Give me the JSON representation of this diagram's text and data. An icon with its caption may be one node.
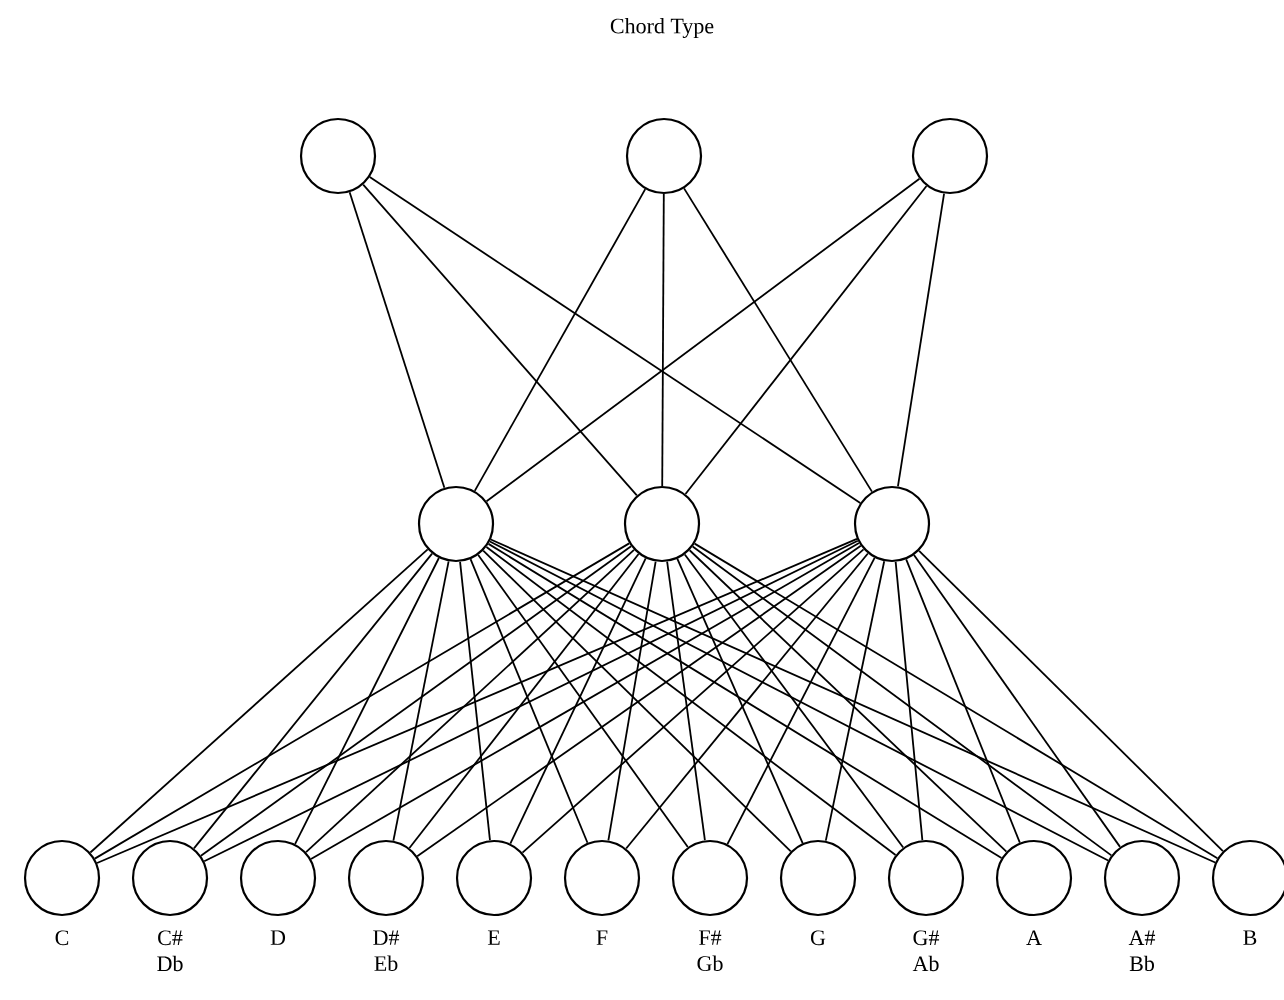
{
  "diagram": {
    "title": "Chord Type",
    "nodes": [
      {
        "text": [],
        "shape": "circle"
      },
      {
        "text": [],
        "shape": "circle"
      },
      {
        "text": [],
        "shape": "circle"
      },
      {
        "text": [],
        "shape": "circle"
      },
      {
        "text": [],
        "shape": "circle"
      },
      {
        "text": [],
        "shape": "circle"
      },
      {
        "text": [],
        "shape": "circle",
        "beside": [
          "C"
        ]
      },
      {
        "text": [],
        "shape": "circle",
        "beside": [
          "C# Db"
        ]
      },
      {
        "text": [],
        "shape": "circle",
        "beside": [
          "D"
        ]
      },
      {
        "text": [],
        "shape": "circle",
        "beside": [
          "D# Eb"
        ]
      },
      {
        "text": [],
        "shape": "circle",
        "beside": [
          "E"
        ]
      },
      {
        "text": [],
        "shape": "circle",
        "beside": [
          "F"
        ]
      },
      {
        "text": [],
        "shape": "circle",
        "beside": [
          "F# Gb"
        ]
      },
      {
        "text": [],
        "shape": "circle",
        "beside": [
          "G"
        ]
      },
      {
        "text": [],
        "shape": "circle",
        "beside": [
          "G# Ab"
        ]
      },
      {
        "text": [],
        "shape": "circle",
        "beside": [
          "A"
        ]
      },
      {
        "text": [],
        "shape": "circle",
        "beside": [
          "A# Bb"
        ]
      },
      {
        "text": [],
        "shape": "circle",
        "beside": [
          "B"
        ]
      }
    ],
    "edges": [
      {
        "from": 0,
        "to": 3,
        "arrow": "none"
      },
      {
        "from": 0,
        "to": 4,
        "arrow": "none"
      },
      {
        "from": 0,
        "to": 5,
        "arrow": "none"
      },
      {
        "from": 1,
        "to": 3,
        "arrow": "none"
      },
      {
        "from": 1,
        "to": 4,
        "arrow": "none"
      },
      {
        "from": 1,
        "to": 5,
        "arrow": "none"
      },
      {
        "from": 2,
        "to": 3,
        "arrow": "none"
      },
      {
        "from": 2,
        "to": 4,
        "arrow": "none"
      },
      {
        "from": 2,
        "to": 5,
        "arrow": "none"
      },
      {
        "from": 3,
        "to": 6,
        "arrow": "none"
      },
      {
        "from": 3,
        "to": 7,
        "arrow": "none"
      },
      {
        "from": 3,
        "to": 8,
        "arrow": "none"
      },
      {
        "from": 3,
        "to": 9,
        "arrow": "none"
      },
      {
        "from": 3,
        "to": 10,
        "arrow": "none"
      },
      {
        "from": 3,
        "to": 11,
        "arrow": "none"
      },
      {
        "from": 3,
        "to": 12,
        "arrow": "none"
      },
      {
        "from": 3,
        "to": 13,
        "arrow": "none"
      },
      {
        "from": 3,
        "to": 14,
        "arrow": "none"
      },
      {
        "from": 3,
        "to": 15,
        "arrow": "none"
      },
      {
        "from": 3,
        "to": 16,
        "arrow": "none"
      },
      {
        "from": 3,
        "to": 17,
        "arrow": "none"
      },
      {
        "from": 4,
        "to": 6,
        "arrow": "none"
      },
      {
        "from": 4,
        "to": 7,
        "arrow": "none"
      },
      {
        "from": 4,
        "to": 8,
        "arrow": "none"
      },
      {
        "from": 4,
        "to": 9,
        "arrow": "none"
      },
      {
        "from": 4,
        "to": 10,
        "arrow": "none"
      },
      {
        "from": 4,
        "to": 11,
        "arrow": "none"
      },
      {
        "from": 4,
        "to": 12,
        "arrow": "none"
      },
      {
        "from": 4,
        "to": 13,
        "arrow": "none"
      },
      {
        "from": 4,
        "to": 14,
        "arrow": "none"
      },
      {
        "from": 4,
        "to": 15,
        "arrow": "none"
      },
      {
        "from": 4,
        "to": 16,
        "arrow": "none"
      },
      {
        "from": 4,
        "to": 17,
        "arrow": "none"
      },
      {
        "from": 5,
        "to": 6,
        "arrow": "none"
      },
      {
        "from": 5,
        "to": 7,
        "arrow": "none"
      },
      {
        "from": 5,
        "to": 8,
        "arrow": "none"
      },
      {
        "from": 5,
        "to": 9,
        "arrow": "none"
      },
      {
        "from": 5,
        "to": 10,
        "arrow": "none"
      },
      {
        "from": 5,
        "to": 11,
        "arrow": "none"
      },
      {
        "from": 5,
        "to": 12,
        "arrow": "none"
      },
      {
        "from": 5,
        "to": 13,
        "arrow": "none"
      },
      {
        "from": 5,
        "to": 14,
        "arrow": "none"
      },
      {
        "from": 5,
        "to": 15,
        "arrow": "none"
      },
      {
        "from": 5,
        "to": 16,
        "arrow": "none"
      },
      {
        "from": 5,
        "to": 17,
        "arrow": "none"
      }
    ]
  }
}
